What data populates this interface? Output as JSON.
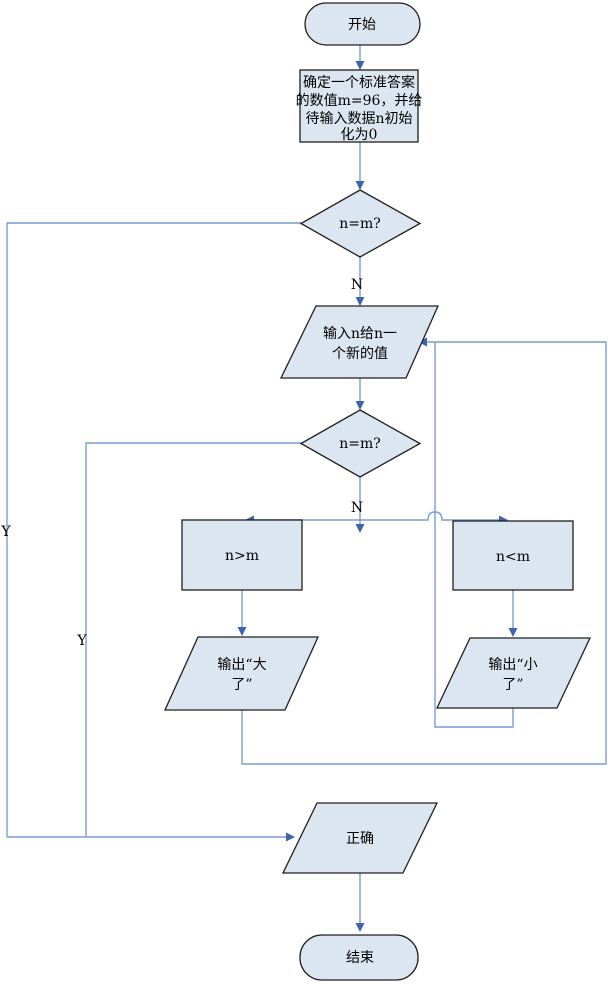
{
  "colors": {
    "shape_fill": "#dce6f1",
    "shape_border": "#1f1f1f",
    "line": "#7a9cd4",
    "arrow": "#3e64ae",
    "text": "#000000"
  },
  "nodes": {
    "start": {
      "label": "开始"
    },
    "init": {
      "lines": [
        "确定一个标准答案",
        "的数值m=96，并给",
        "待输入数据n初始",
        "化为0"
      ]
    },
    "decision1": {
      "label": "n=m?"
    },
    "input": {
      "lines": [
        "输入n给n一",
        "个新的值"
      ]
    },
    "decision2": {
      "label": "n=m?"
    },
    "greater": {
      "label": "n>m"
    },
    "less": {
      "label": "n<m"
    },
    "output_large": {
      "lines": [
        "输出“大",
        "了”"
      ]
    },
    "output_small": {
      "lines": [
        "输出“小",
        "了”"
      ]
    },
    "correct": {
      "label": "正确"
    },
    "end": {
      "label": "结束"
    }
  },
  "edge_labels": {
    "n1": "N",
    "n2": "N",
    "y1": "Y",
    "y2": "Y"
  }
}
